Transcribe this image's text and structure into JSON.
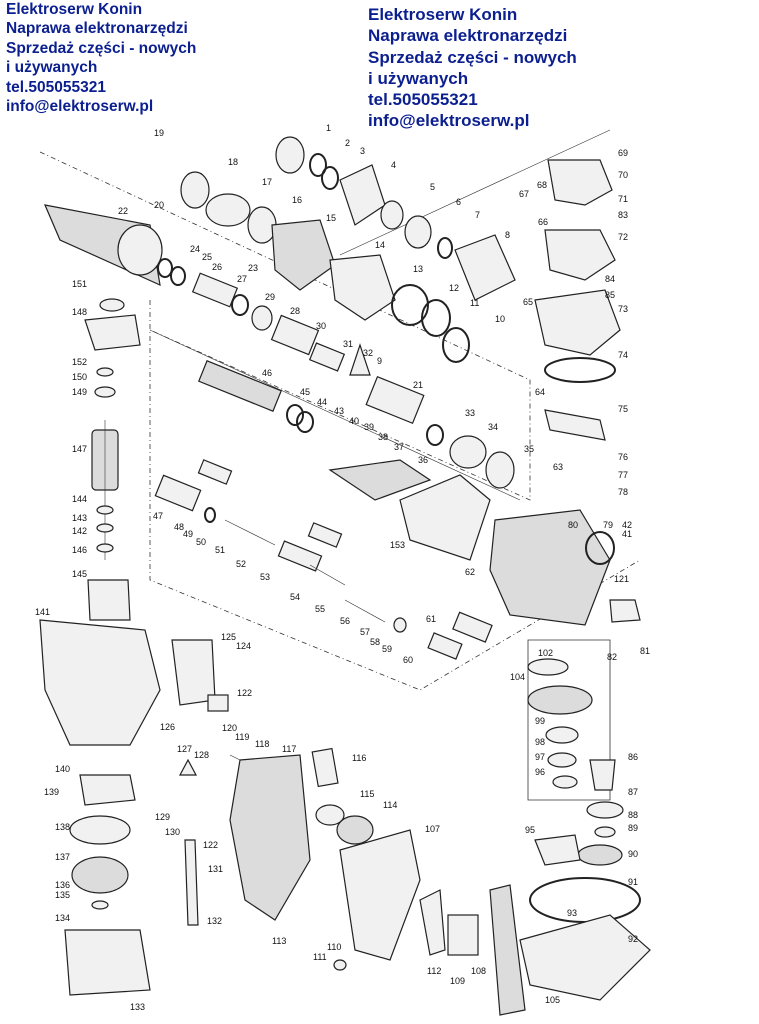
{
  "header_left": {
    "lines": [
      "Elektroserw Konin",
      "Naprawa elektronarzędzi",
      "Sprzedaż części - nowych",
      "i używanych",
      "tel.505055321",
      "info@elektroserw.pl"
    ]
  },
  "header_right": {
    "lines": [
      "Elektroserw Konin",
      "Naprawa elektronarzędzi",
      "Sprzedaż części - nowych",
      "i używanych",
      "tel.505055321",
      "info@elektroserw.pl"
    ]
  },
  "part_labels": [
    "1",
    "2",
    "3",
    "4",
    "5",
    "6",
    "7",
    "8",
    "9",
    "10",
    "11",
    "12",
    "13",
    "14",
    "15",
    "16",
    "17",
    "18",
    "19",
    "20",
    "21",
    "22",
    "23",
    "24",
    "25",
    "26",
    "27",
    "28",
    "29",
    "30",
    "31",
    "32",
    "33",
    "34",
    "35",
    "36",
    "37",
    "38",
    "39",
    "40",
    "41",
    "42",
    "43",
    "44",
    "45",
    "46",
    "47",
    "48",
    "49",
    "50",
    "51",
    "52",
    "53",
    "54",
    "55",
    "56",
    "57",
    "58",
    "59",
    "60",
    "61",
    "62",
    "63",
    "64",
    "65",
    "66",
    "67",
    "68",
    "69",
    "70",
    "71",
    "72",
    "73",
    "74",
    "75",
    "76",
    "77",
    "78",
    "79",
    "80",
    "81",
    "82",
    "83",
    "84",
    "85",
    "86",
    "87",
    "88",
    "89",
    "90",
    "91",
    "92",
    "93",
    "95",
    "96",
    "97",
    "98",
    "99",
    "102",
    "104",
    "105",
    "107",
    "108",
    "109",
    "110",
    "111",
    "112",
    "113",
    "114",
    "115",
    "116",
    "117",
    "118",
    "119",
    "120",
    "121",
    "122",
    "124",
    "125",
    "126",
    "127",
    "128",
    "129",
    "130",
    "131",
    "132",
    "133",
    "134",
    "135",
    "136",
    "137",
    "138",
    "139",
    "140",
    "141",
    "144",
    "145",
    "146",
    "147",
    "148",
    "149",
    "150",
    "151",
    "152",
    "153"
  ]
}
